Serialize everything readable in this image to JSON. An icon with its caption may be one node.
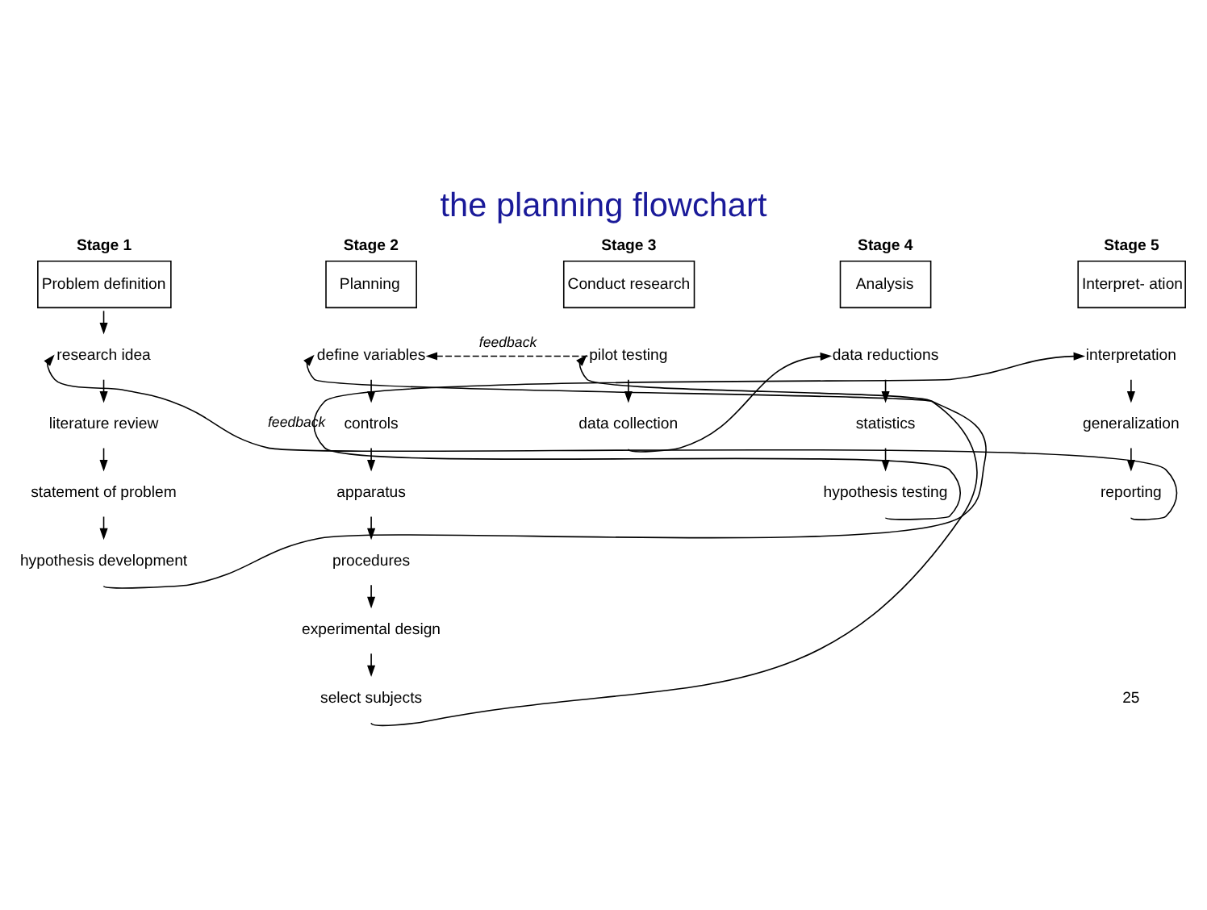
{
  "diagram": {
    "title": "the planning flowchart",
    "nodes": [
      {
        "text": [
          "Stage 1",
          "Problem definition"
        ]
      },
      {
        "text": [
          "Stage 2",
          "Planning"
        ]
      },
      {
        "text": [
          "Stage 3",
          "Conduct research"
        ]
      },
      {
        "text": [
          "Stage 4",
          "Analysis"
        ]
      },
      {
        "text": [
          "Stage 5",
          "Interpret- ation"
        ]
      },
      {
        "text": [
          "research idea"
        ]
      },
      {
        "text": [
          "literature review"
        ]
      },
      {
        "text": [
          "statement of problem"
        ]
      },
      {
        "text": [
          "hypothesis development"
        ]
      },
      {
        "text": [
          "define variables"
        ]
      },
      {
        "text": [
          "controls"
        ]
      },
      {
        "text": [
          "apparatus"
        ]
      },
      {
        "text": [
          "procedures"
        ]
      },
      {
        "text": [
          "experimental design"
        ]
      },
      {
        "text": [
          "select subjects"
        ]
      },
      {
        "text": [
          "pilot testing"
        ]
      },
      {
        "text": [
          "data collection"
        ]
      },
      {
        "text": [
          "data reductions"
        ]
      },
      {
        "text": [
          "statistics"
        ]
      },
      {
        "text": [
          "hypothesis testing"
        ]
      },
      {
        "text": [
          "interpretation"
        ]
      },
      {
        "text": [
          "generalization"
        ]
      },
      {
        "text": [
          "reporting"
        ]
      }
    ],
    "edges": [
      {
        "from": 0,
        "to": 5,
        "arrow": "to"
      },
      {
        "from": 5,
        "to": 6,
        "arrow": "to"
      },
      {
        "from": 6,
        "to": 7,
        "arrow": "to"
      },
      {
        "from": 7,
        "to": 8,
        "arrow": "to"
      },
      {
        "from": 8,
        "to": 9,
        "arrow": "to"
      },
      {
        "from": 9,
        "to": 10,
        "arrow": "to"
      },
      {
        "from": 10,
        "to": 11,
        "arrow": "to"
      },
      {
        "from": 11,
        "to": 12,
        "arrow": "to"
      },
      {
        "from": 12,
        "to": 13,
        "arrow": "to"
      },
      {
        "from": 13,
        "to": 14,
        "arrow": "to"
      },
      {
        "from": 14,
        "to": 15,
        "arrow": "to"
      },
      {
        "from": 15,
        "to": 9,
        "arrow": "to",
        "label": "feedback",
        "style": "dashed"
      },
      {
        "from": 15,
        "to": 16,
        "arrow": "to"
      },
      {
        "from": 16,
        "to": 17,
        "arrow": "to"
      },
      {
        "from": 17,
        "to": 18,
        "arrow": "to"
      },
      {
        "from": 18,
        "to": 19,
        "arrow": "to"
      },
      {
        "from": 19,
        "to": 20,
        "arrow": "to"
      },
      {
        "from": 20,
        "to": 21,
        "arrow": "to"
      },
      {
        "from": 21,
        "to": 22,
        "arrow": "to"
      },
      {
        "from": 22,
        "to": 5,
        "arrow": "to",
        "label": "feedback"
      }
    ],
    "labels": [
      "25"
    ]
  }
}
